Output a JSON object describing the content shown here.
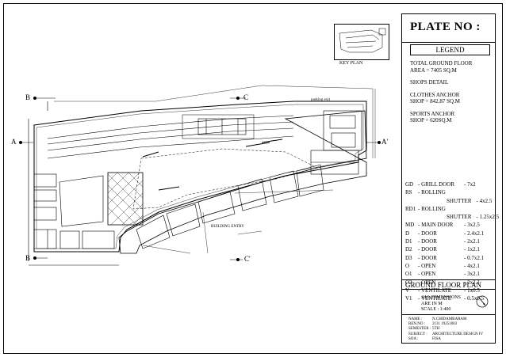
{
  "title_block": {
    "plate": "PLATE NO :",
    "legend_heading": "LEGEND",
    "area_lines": [
      "TOTAL GROUND FLOOR",
      "AREA = 7405 SQ.M"
    ],
    "shops_detail": "SHOPS DETAIL",
    "clothes_lines": [
      "CLOTHES ANCHOR",
      "SHOP = 842.87 SQ.M"
    ],
    "sports_lines": [
      "SPORTS ANCHOR",
      "SHOP = 620SQ.M"
    ],
    "codes": [
      {
        "code": "GD",
        "name": "- GRILL DOOR",
        "size": "- 7x2"
      },
      {
        "code": "RS",
        "name": "- ROLLING",
        "size": ""
      },
      {
        "code": "",
        "name": "SHUTTER",
        "size": "- 4x2.5",
        "indent": true
      },
      {
        "code": "RD1",
        "name": "- ROLLING",
        "size": ""
      },
      {
        "code": "",
        "name": "SHUTTER",
        "size": "- 1.25x2.5",
        "indent": true
      },
      {
        "code": "MD",
        "name": "- MAIN DOOR",
        "size": "- 3x2.5"
      },
      {
        "code": "D",
        "name": "- DOOR",
        "size": "- 2.4x2.1"
      },
      {
        "code": "D1",
        "name": "- DOOR",
        "size": "- 2x2.1"
      },
      {
        "code": "D2",
        "name": "- DOOR",
        "size": "- 1x2.1"
      },
      {
        "code": "D3",
        "name": "- DOOR",
        "size": "- 0.7x2.1"
      },
      {
        "code": "O",
        "name": "- OPEN",
        "size": "- 4x2.1"
      },
      {
        "code": "O1",
        "name": "- OPEN",
        "size": "- 3x2.1"
      },
      {
        "code": "O2",
        "name": "- OPEN",
        "size": "- 2x2.1"
      },
      {
        "code": "V",
        "name": "- VENTILATE",
        "size": "- 1x0.5"
      },
      {
        "code": "V1",
        "name": "- VENTILATE",
        "size": "- 0.5x0.5"
      }
    ],
    "sheet_title": "GROUND FLOOR PLAN",
    "dims_lines": [
      "ALL DIMENSIONS",
      "ARE IN M",
      "SCALE : 1:400"
    ],
    "info": [
      {
        "k": "NAME :",
        "v": "N.CHIDAMBARAM"
      },
      {
        "k": "REN.NO :",
        "v": "2131 19251003"
      },
      {
        "k": "SEMESTER :",
        "v": "5TH"
      },
      {
        "k": "SUBJECT :",
        "v": "ARCHITECTURE DESIGN IV"
      },
      {
        "k": "SOA :",
        "v": "FISA"
      }
    ]
  },
  "key_plan_label": "KEY PLAN",
  "section_marks": {
    "a": "A",
    "a_prime": "A'",
    "b": "B",
    "b_bottom": "B",
    "c": "C",
    "c_prime": "C'"
  },
  "plan_labels": {
    "parking": "parking exit",
    "building_entry": "BUILDING ENTRY"
  },
  "colors": {
    "ink": "#000000",
    "paper": "#ffffff"
  }
}
